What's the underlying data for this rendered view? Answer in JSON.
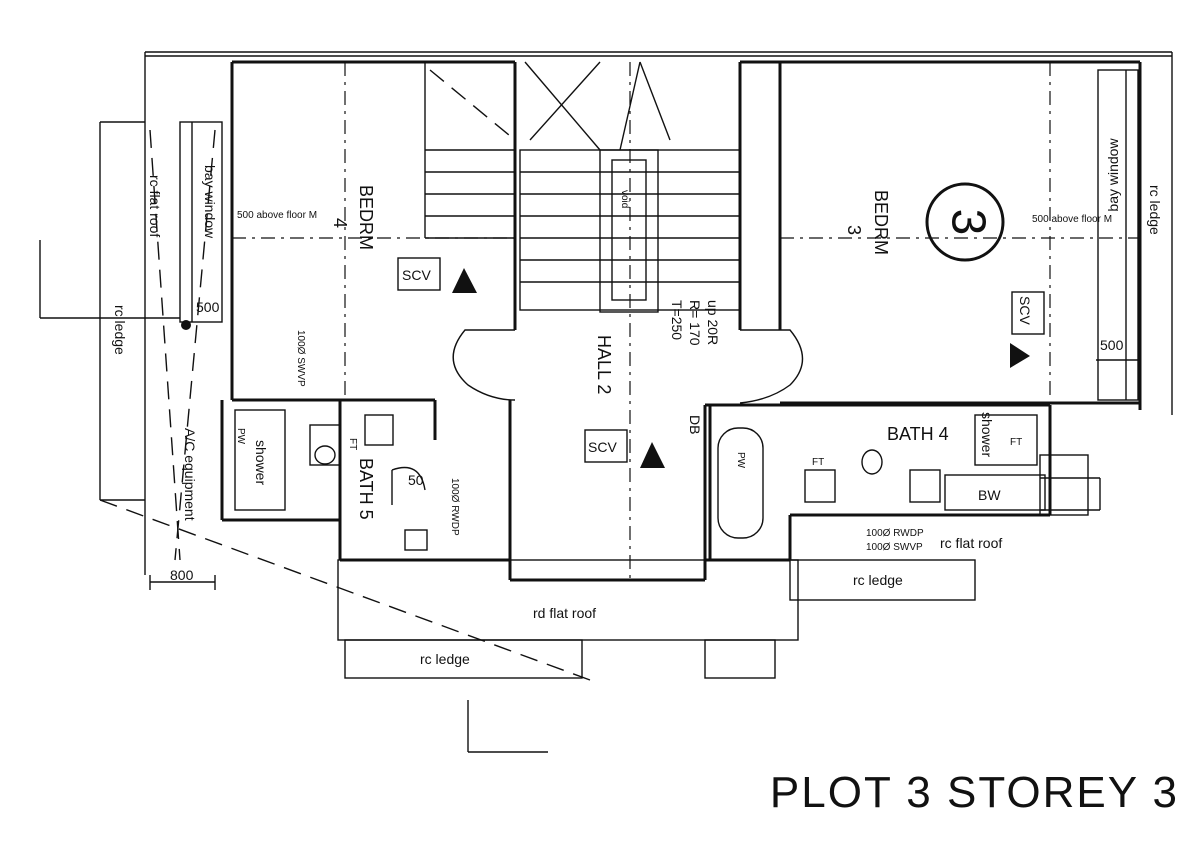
{
  "title": "PLOT 3 STOREY 3",
  "rooms": {
    "bedroom4": {
      "name": "BEDRM",
      "number": "4"
    },
    "bedroom3": {
      "name": "BEDRM",
      "number": "3"
    },
    "hall": "HALL 2",
    "bath5": "BATH 5",
    "bath4": "BATH 4"
  },
  "marker": "3",
  "labels": {
    "bay_window": "bay window",
    "rc_flat_roof": "rc flat roof",
    "rc_ledge": "rc ledge",
    "rd_flat_roof": "rd flat roof",
    "ac_equipment": "A/C equipment",
    "shower": "shower",
    "bw": "BW",
    "scv": "SCV",
    "db": "DB",
    "void": "void",
    "pw": "PW",
    "ft": "FT",
    "above_floor": "500 above floor M",
    "swvp": "100Ø SWVP",
    "rwdp": "100Ø RWDP",
    "rwdp_swvp_1": "100Ø RWDP",
    "rwdp_swvp_2": "100Ø SWVP",
    "stair_note_1": "up 20R",
    "stair_note_2": "R= 170",
    "stair_note_3": "T=250"
  },
  "dimensions": {
    "d500_left": "500",
    "d500_right": "500",
    "d800": "800",
    "d50": "50"
  }
}
